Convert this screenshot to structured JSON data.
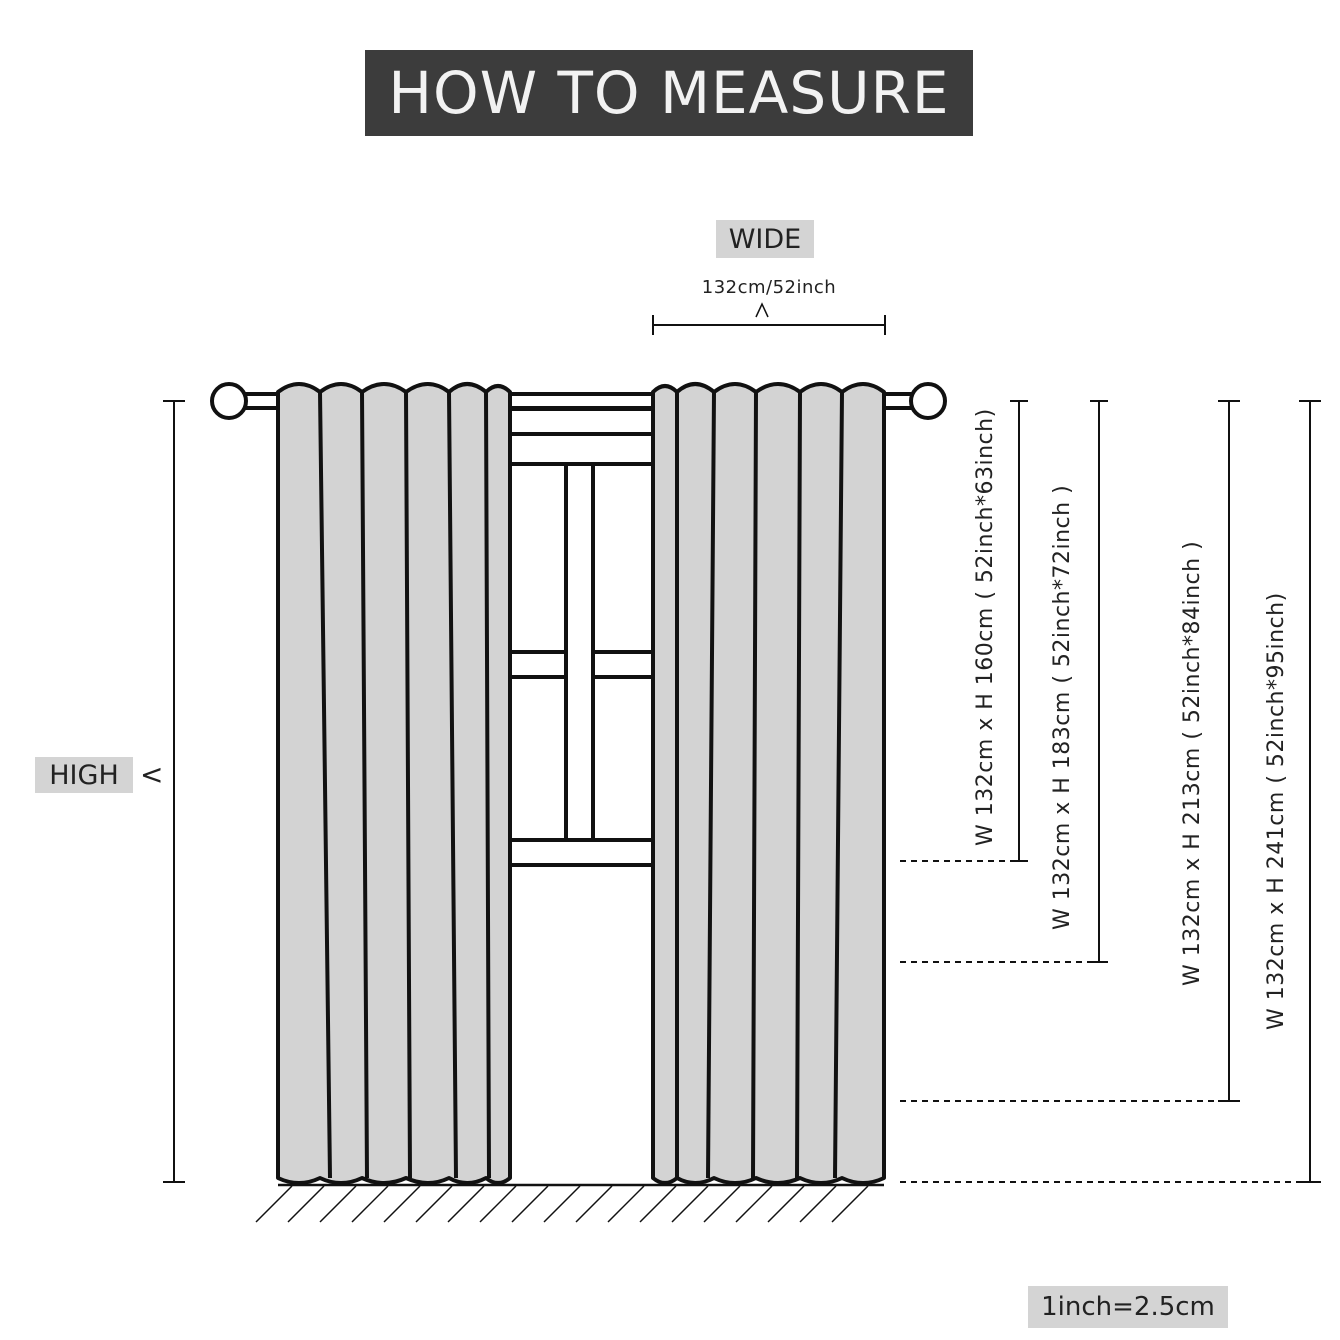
{
  "title": "HOW TO MEASURE",
  "wide": {
    "label": "WIDE",
    "value": "132cm/52inch"
  },
  "high": {
    "label": "HIGH",
    "arrow": "<"
  },
  "sizes": [
    {
      "text": "W 132cm x H 160cm ( 52inch*63inch)"
    },
    {
      "text": "W 132cm x H 183cm ( 52inch*72inch )"
    },
    {
      "text": "W 132cm x H 213cm (  52inch*84inch )"
    },
    {
      "text": "W 132cm x H 241cm ( 52inch*95inch)"
    }
  ],
  "conversion": "1inch=2.5cm",
  "colors": {
    "banner": "#3c3c3c",
    "tag": "#d4d4d4",
    "curtain": "#d3d3d3",
    "line": "#111111"
  }
}
